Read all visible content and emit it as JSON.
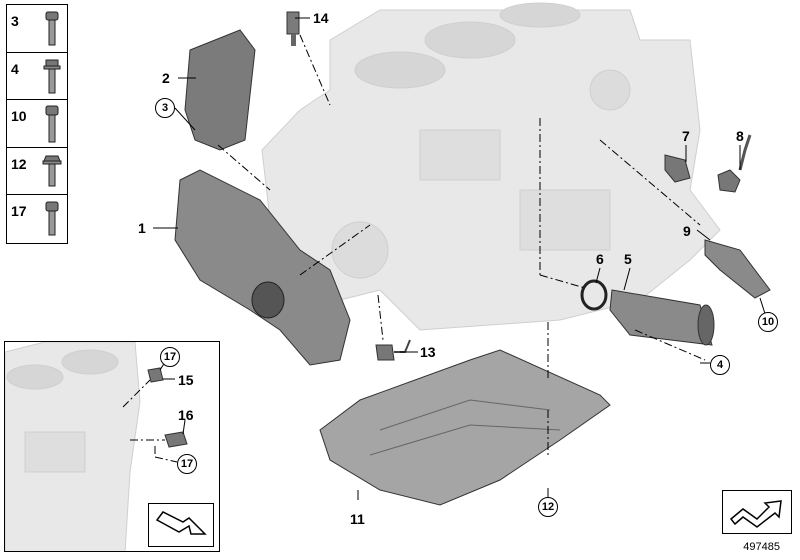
{
  "legend": {
    "rows": [
      {
        "number": "3",
        "bolt_type": "hex-socket-short"
      },
      {
        "number": "4",
        "bolt_type": "flange-stud"
      },
      {
        "number": "10",
        "bolt_type": "hex-socket-long"
      },
      {
        "number": "12",
        "bolt_type": "torx-flange"
      },
      {
        "number": "17",
        "bolt_type": "hex-socket-medium"
      }
    ]
  },
  "callouts": {
    "c1": "1",
    "c2": "2",
    "c3_circled": "3",
    "c4_circled": "4",
    "c5": "5",
    "c6": "6",
    "c7": "7",
    "c8": "8",
    "c9": "9",
    "c10_circled": "10",
    "c11": "11",
    "c12_circled": "12",
    "c13": "13",
    "c14": "14"
  },
  "inset": {
    "c15": "15",
    "c16": "16",
    "c17a_circled": "17",
    "c17b_circled": "17"
  },
  "doc_id": "497485",
  "colors": {
    "line": "#000000",
    "part": "#8a8a8a",
    "block": "#e6e6e6"
  }
}
